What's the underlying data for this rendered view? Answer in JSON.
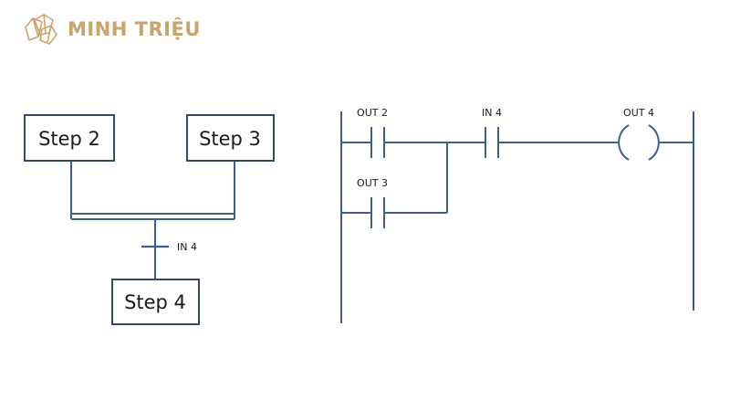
{
  "brand": {
    "name": "MINH TRIỆU",
    "icon": "crystal-gem-icon",
    "color": "#c9a36b"
  },
  "colors": {
    "line": "#3b5f8f",
    "box_border": "#2f4a6d",
    "text": "#1a1a1a"
  },
  "sfc": {
    "step2": "Step 2",
    "step3": "Step 3",
    "step4": "Step 4",
    "transition": "IN 4"
  },
  "ladder": {
    "contact_out2": "OUT 2",
    "contact_out3": "OUT 3",
    "contact_in4": "IN 4",
    "coil_out4": "OUT 4"
  }
}
